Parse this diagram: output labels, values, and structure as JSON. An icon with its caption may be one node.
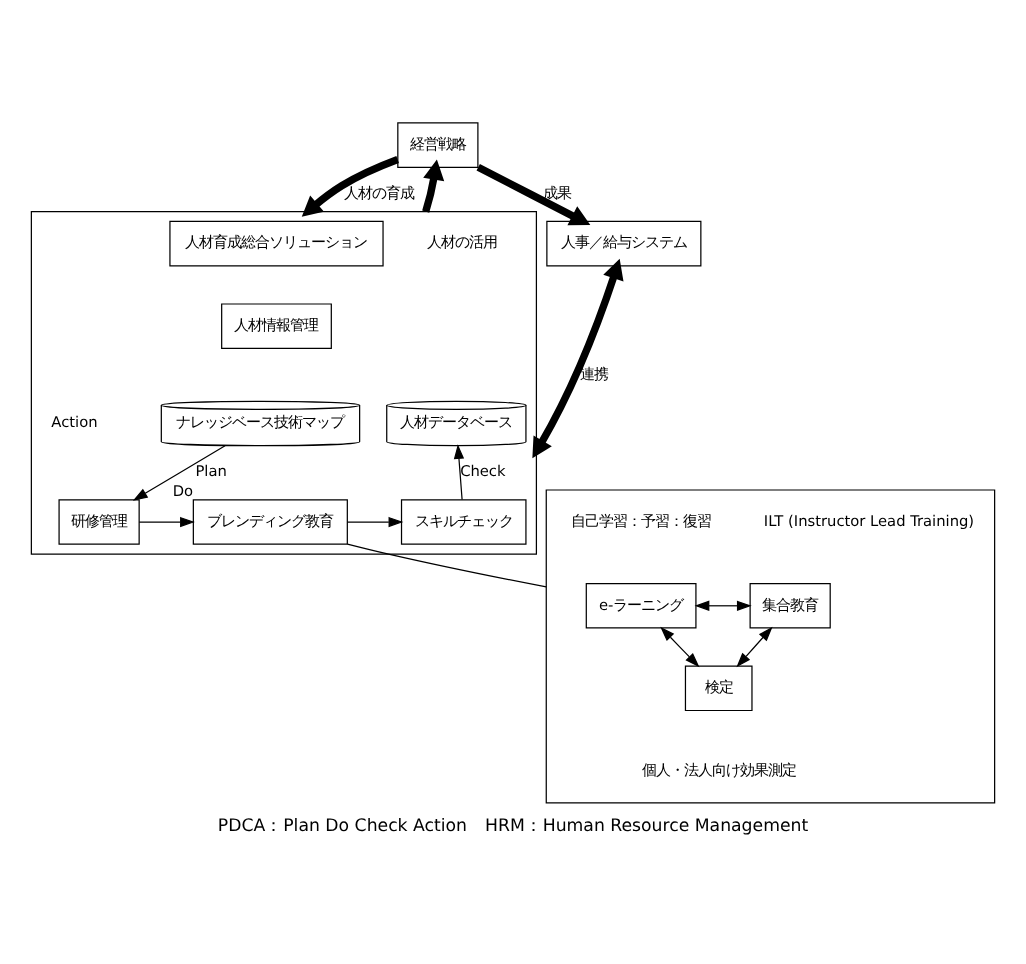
{
  "diagram": {
    "caption": "PDCA：Plan Do Check Action　HRM：Human Resource Management",
    "nodes": [
      {
        "text": [
          "経営戦略"
        ]
      },
      {
        "text": [],
        "shape": "box"
      },
      {
        "text": [
          "人材育成総合ソリューション"
        ],
        "in": 1
      },
      {
        "text": [
          "人材情報管理"
        ],
        "in": 1
      },
      {
        "text": [
          "ナレッジベース技術マップ"
        ],
        "in": 1
      },
      {
        "text": [
          "人材データベース"
        ],
        "in": 1
      },
      {
        "text": [
          "研修管理"
        ],
        "in": 1
      },
      {
        "text": [
          "ブレンディング教育"
        ],
        "in": 1,
        "beside": [
          "Do"
        ]
      },
      {
        "text": [
          "スキルチェック"
        ],
        "in": 1
      },
      {
        "text": [
          "人事／給与システム"
        ]
      },
      {
        "text": [],
        "shape": "box"
      },
      {
        "text": [
          "e-ラーニング"
        ],
        "in": 10,
        "beside": [
          "自己学習：予習：復習"
        ]
      },
      {
        "text": [
          "集合教育"
        ],
        "in": 10,
        "beside": [
          "ILT (Instructor Lead Training)"
        ]
      },
      {
        "text": [
          "検定"
        ],
        "in": 10,
        "beside": [
          "個人・法人向け効果測定"
        ]
      }
    ],
    "edges": [
      {
        "from": 0,
        "to": 1,
        "arrow": "to",
        "label": "人材の育成",
        "style": "thick"
      },
      {
        "from": 1,
        "to": 0,
        "arrow": "to",
        "label": "人材の活用",
        "style": "thick"
      },
      {
        "from": 0,
        "to": 9,
        "arrow": "to",
        "label": "成果",
        "style": "thick"
      },
      {
        "from": 1,
        "to": 9,
        "arrow": "both",
        "label": "連携",
        "style": "thick"
      },
      {
        "from": 4,
        "to": 6,
        "arrow": "to",
        "label": "Plan"
      },
      {
        "from": 6,
        "to": 7,
        "arrow": "to"
      },
      {
        "from": 7,
        "to": 8,
        "arrow": "to"
      },
      {
        "from": 8,
        "to": 5,
        "arrow": "to",
        "label": "Check"
      },
      {
        "from": 7,
        "to": 10,
        "arrow": "none"
      },
      {
        "from": 11,
        "to": 12,
        "arrow": "both"
      },
      {
        "from": 11,
        "to": 13,
        "arrow": "both"
      },
      {
        "from": 12,
        "to": 13,
        "arrow": "both"
      }
    ],
    "labels": [
      "Action"
    ]
  }
}
